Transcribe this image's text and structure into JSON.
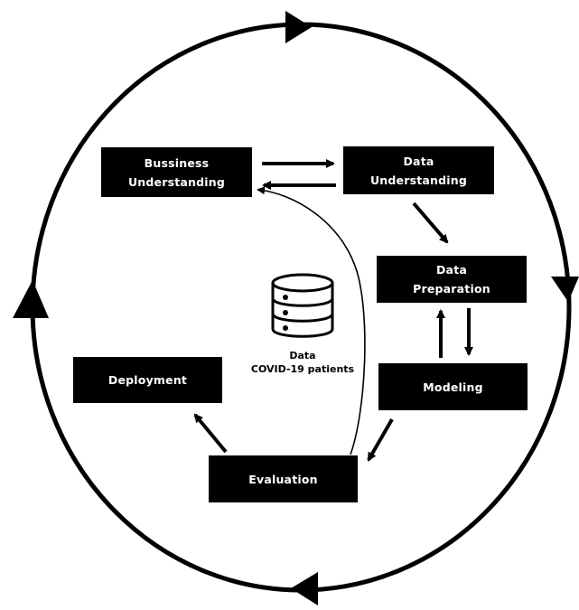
{
  "nodes": {
    "business_understanding": {
      "line1": "Bussiness",
      "line2": "Understanding"
    },
    "data_understanding": {
      "line1": "Data",
      "line2": "Understanding"
    },
    "data_preparation": {
      "line1": "Data",
      "line2": "Preparation"
    },
    "modeling": {
      "label": "Modeling"
    },
    "deployment": {
      "label": "Deployment"
    },
    "evaluation": {
      "label": "Evaluation"
    }
  },
  "database": {
    "line1": "Data",
    "line2": "COVID-19 patients",
    "icon": "database-icon"
  },
  "colors": {
    "box": "#000000",
    "box_text": "#ffffff",
    "lines": "#000000",
    "background": "#ffffff"
  }
}
